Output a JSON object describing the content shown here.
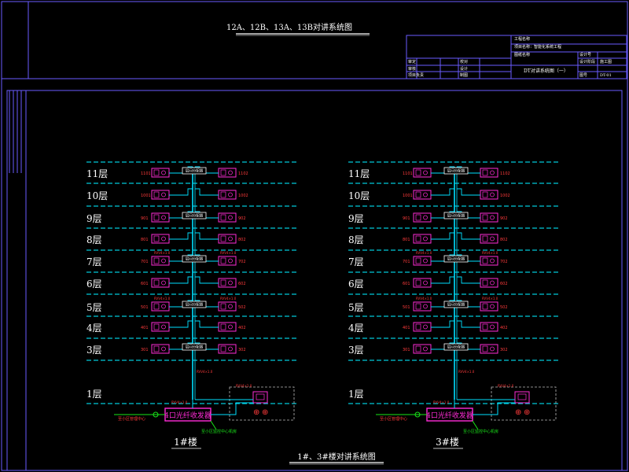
{
  "drawing": {
    "top_title": "12A、12B、13A、13B对讲系统图",
    "bottom_title": "1#、3#楼对讲系统图",
    "colors": {
      "frame": "#6a5cff",
      "dash": "#00c8d8",
      "trunk": "#00e0ff",
      "device": "#ff2bd6",
      "label_red": "#ff3b3b",
      "label_green": "#19e619",
      "text": "#ffffff"
    }
  },
  "title_block": {
    "rows": [
      "工程名称",
      "项目名称：智能化系统工程",
      "图纸名称"
    ],
    "right_cells": [
      [
        "设计号",
        ""
      ],
      [
        "设计阶段",
        "施工图"
      ],
      [
        "图号",
        "DT-01"
      ]
    ],
    "sign_left": [
      "审定",
      "审核",
      "项目负责"
    ],
    "sign_mid": [
      "校对",
      "设计",
      "制图"
    ],
    "drawing_name": "DT对讲系统图（一）"
  },
  "buildings": [
    {
      "name": "1#楼",
      "floors": [
        "11层",
        "10层",
        "9层",
        "8层",
        "7层",
        "6层",
        "5层",
        "4层",
        "3层",
        "1层"
      ],
      "left_units": [
        "1101",
        "1001",
        "901",
        "801",
        "701",
        "601",
        "501",
        "401",
        "301"
      ],
      "right_units": [
        "1102",
        "1002",
        "902",
        "802",
        "702",
        "602",
        "502",
        "402",
        "302"
      ],
      "decoder_label": "层间分配器",
      "host_label": "4口光纤收发器",
      "left_note": "至小区管理中心",
      "bottom_note": "至小区监控中心机房",
      "cable_note": "RVV4×1.0"
    },
    {
      "name": "3#楼",
      "floors": [
        "11层",
        "10层",
        "9层",
        "8层",
        "7层",
        "6层",
        "5层",
        "4层",
        "3层",
        "1层"
      ],
      "left_units": [
        "1101",
        "1001",
        "901",
        "801",
        "701",
        "601",
        "501",
        "401",
        "301"
      ],
      "right_units": [
        "1102",
        "1002",
        "902",
        "802",
        "702",
        "602",
        "502",
        "402",
        "302"
      ],
      "decoder_label": "层间分配器",
      "host_label": "4口光纤收发器",
      "left_note": "至小区管理中心",
      "bottom_note": "至小区监控中心机房",
      "cable_note": "RVV4×1.0"
    }
  ]
}
